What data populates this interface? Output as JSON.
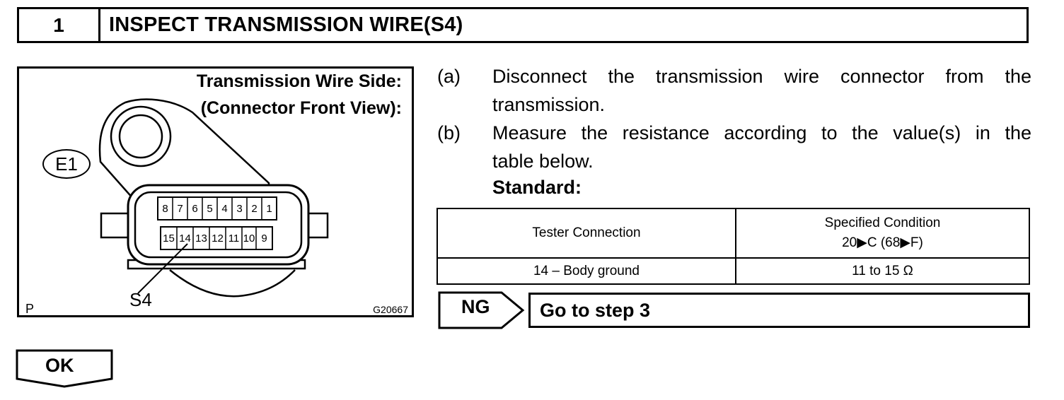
{
  "header": {
    "step_number": "1",
    "title": "INSPECT TRANSMISSION WIRE(S4)"
  },
  "figure": {
    "caption_line1": "Transmission Wire Side:",
    "caption_line2": "(Connector Front View):",
    "connector_label": "E1",
    "top_row_pins": [
      "8",
      "7",
      "6",
      "5",
      "4",
      "3",
      "2",
      "1"
    ],
    "bottom_row_pins": [
      "15",
      "14",
      "13",
      "12",
      "11",
      "10",
      "9"
    ],
    "terminal_label": "S4",
    "corner_label": "P",
    "figure_code": "G20667"
  },
  "steps": [
    {
      "label": "(a)",
      "line1": "Disconnect the transmission wire connector from the",
      "line2": "transmission."
    },
    {
      "label": "(b)",
      "line1": "Measure the resistance according to the value(s) in the",
      "line2": "table below."
    }
  ],
  "standard_label": "Standard:",
  "table": {
    "headers": [
      "Tester Connection",
      "Specified Condition",
      "20▶C (68▶F)"
    ],
    "rows": [
      [
        "14 – Body ground",
        "11 to 15 Ω"
      ]
    ]
  },
  "ng": {
    "label": "NG",
    "action": "Go to step 3"
  },
  "ok": {
    "label": "OK"
  }
}
